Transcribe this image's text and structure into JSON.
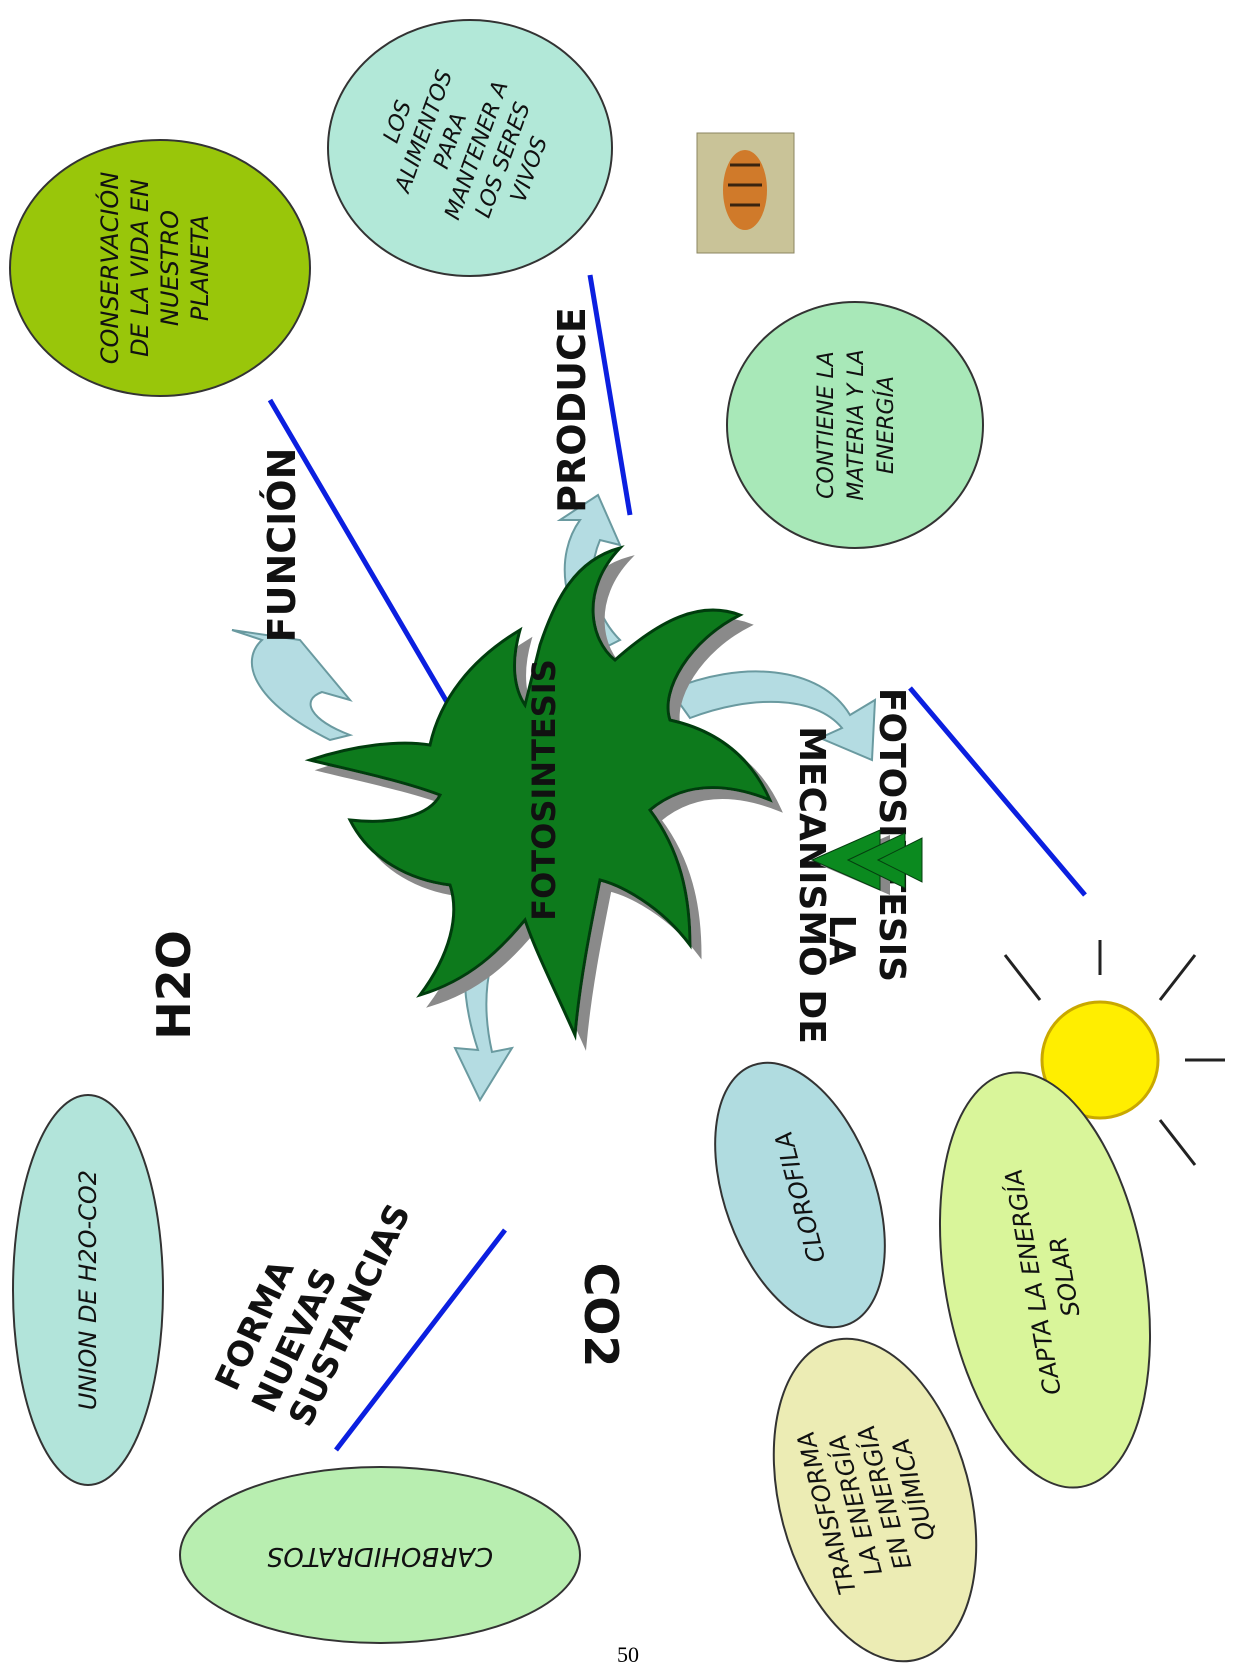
{
  "center": {
    "label": "FOTOSINTESIS",
    "fill": "#0b7a1f"
  },
  "connectors": {
    "funcion": "FUNCIÓN",
    "produce": "PRODUCE",
    "mecanismo_line1": "MECANISMO DE",
    "mecanismo_line2": "LA",
    "mecanismo_line3": "FOTOSINTESIS",
    "forma_line1": "FORMA",
    "forma_line2": "NUEVAS",
    "forma_line3": "SUSTANCIAS"
  },
  "molecules": {
    "h2o": "H2O",
    "co2": "CO2"
  },
  "bubbles": {
    "conservacion": {
      "lines": [
        "CONSERVACIÓN",
        "DE LA VIDA EN",
        "NUESTRO",
        "PLANETA"
      ],
      "fill": "#99c60a"
    },
    "alimentos": {
      "lines": [
        "LOS",
        "ALIMENTOS",
        "PARA",
        "MANTENER A",
        "LOS SERES",
        "VIVOS"
      ],
      "fill": "#b2e8d8"
    },
    "contiene": {
      "lines": [
        "CONTIENE LA",
        "MATERIA Y LA",
        "ENERGÍA"
      ],
      "fill": "#a8e8b8"
    },
    "clorofila": {
      "lines": [
        "CLOROFILA"
      ],
      "fill": "#b0dce0"
    },
    "capta": {
      "lines": [
        "CAPTA LA ENERGÍA",
        "SOLAR"
      ],
      "fill": "#d9f59a"
    },
    "transforma": {
      "lines": [
        "TRANSFORMA",
        "LA ENERGÍA",
        "EN ENERGÍA",
        "QUÍMICA"
      ],
      "fill": "#ececb4"
    },
    "union": {
      "lines": [
        "UNION DE H2O-CO2"
      ],
      "fill": "#b2e4da"
    },
    "carbohidratos": {
      "lines": [
        "CARBOHIDRATOS"
      ],
      "fill": "#b8eeb0"
    }
  },
  "colors": {
    "connector_line": "#0b1fe0",
    "arrow_fill": "#b4dce2",
    "sun": "#ffee00"
  },
  "icons": {
    "tiger": "tiger-image",
    "sun": "sun-icon",
    "tree": "pine-tree-icon"
  },
  "page_number": "50"
}
